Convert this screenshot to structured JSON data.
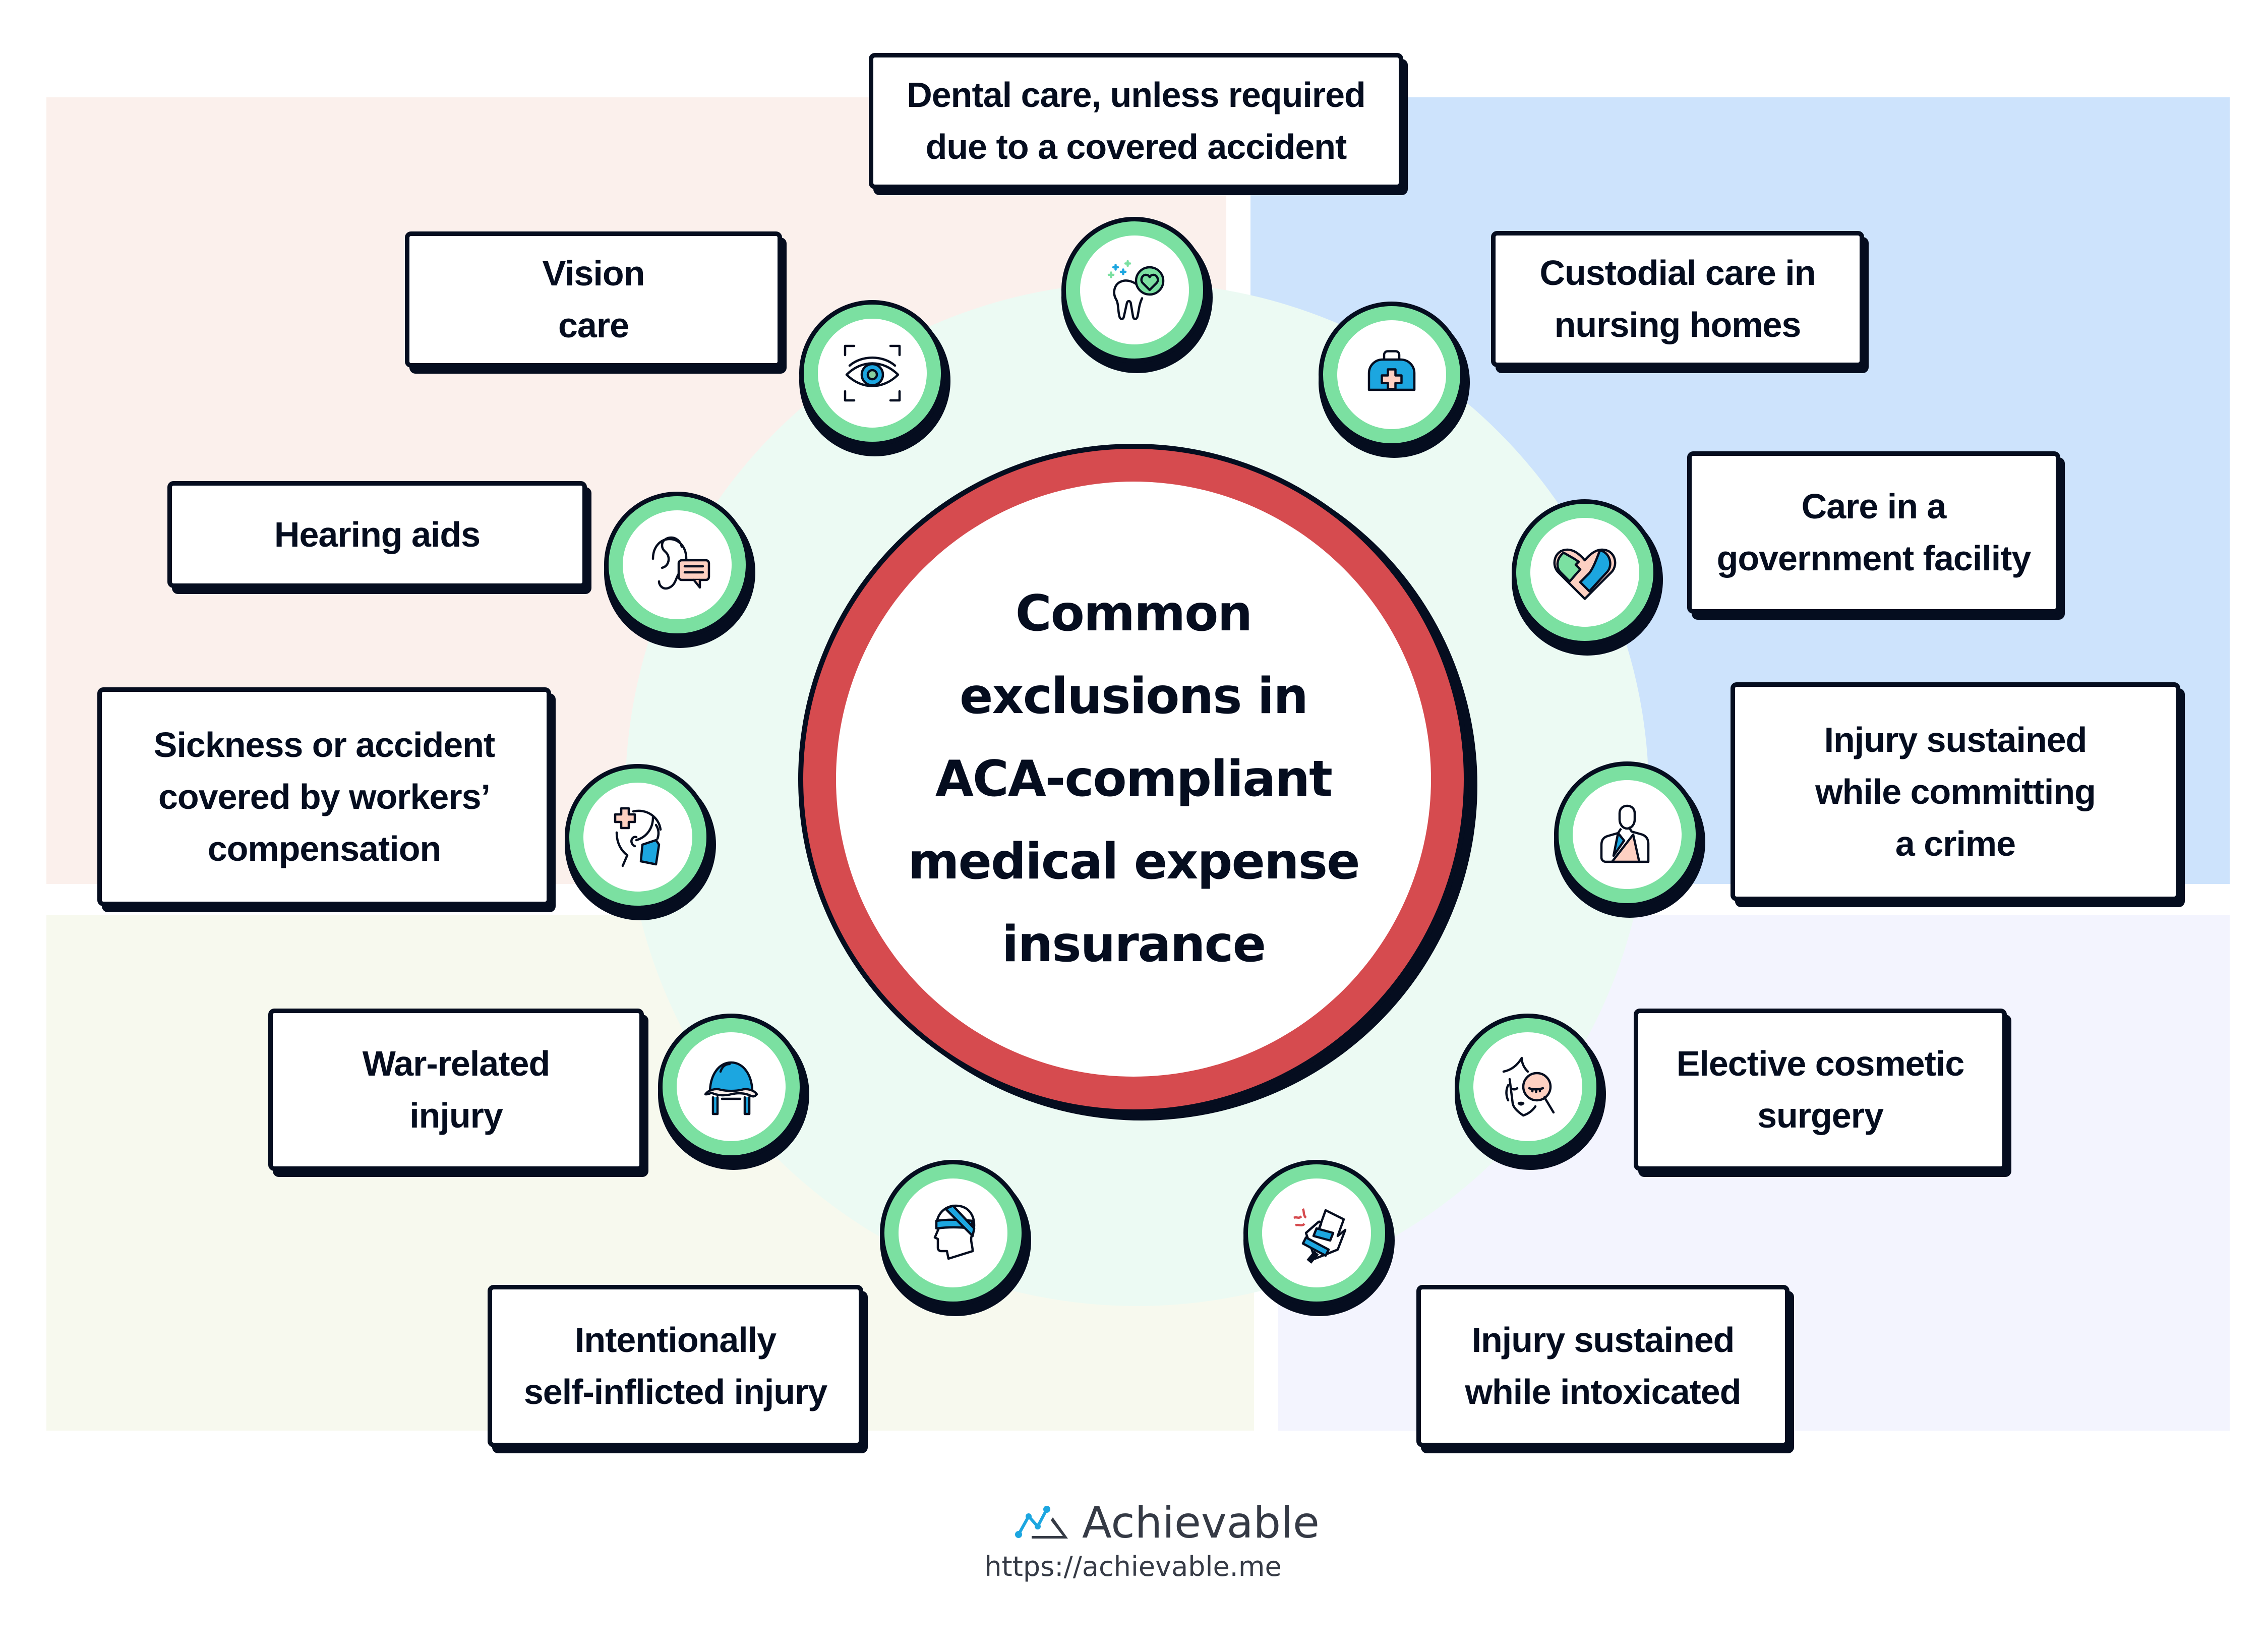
{
  "title": "Common exclusions in ACA-compliant medical expense insurance",
  "colors": {
    "ink": "#050d1f",
    "ring_green": "#7be0a1",
    "center_red": "#d64b4f",
    "accent_blue": "#1ca6e0",
    "accent_peach": "#fdd0c2",
    "quadrant_top_left": "#fbf0ec",
    "quadrant_top_right": "#cde3fc",
    "quadrant_bottom_left": "#f7f9ee",
    "quadrant_bottom_right": "#f3f4fe",
    "halo": "#ecfaf3"
  },
  "exclusions": [
    {
      "label": "Dental care, unless required\ndue to a covered accident",
      "icon": "tooth-heart-icon"
    },
    {
      "label": "Custodial care in\nnursing homes",
      "icon": "medical-bag-icon"
    },
    {
      "label": "Care in a\ngovernment facility",
      "icon": "heart-hands-icon"
    },
    {
      "label": "Injury sustained\nwhile committing\na crime",
      "icon": "arm-sling-icon"
    },
    {
      "label": "Elective cosmetic\nsurgery",
      "icon": "face-magnifier-icon"
    },
    {
      "label": "Injury sustained\nwhile intoxicated",
      "icon": "bandaged-hand-icon"
    },
    {
      "label": "Intentionally\nself-inflicted injury",
      "icon": "bandaged-head-icon"
    },
    {
      "label": "War-related\ninjury",
      "icon": "military-helmet-icon"
    },
    {
      "label": "Sickness or accident\ncovered by workers’\ncompensation",
      "icon": "head-injury-cross-icon"
    },
    {
      "label": "Hearing aids",
      "icon": "ear-speech-icon"
    },
    {
      "label": "Vision\ncare",
      "icon": "eye-scan-icon"
    }
  ],
  "footer": {
    "brand": "Achievable",
    "url": "https://achievable.me",
    "logo_icon": "achievable-chart-logo-icon"
  }
}
